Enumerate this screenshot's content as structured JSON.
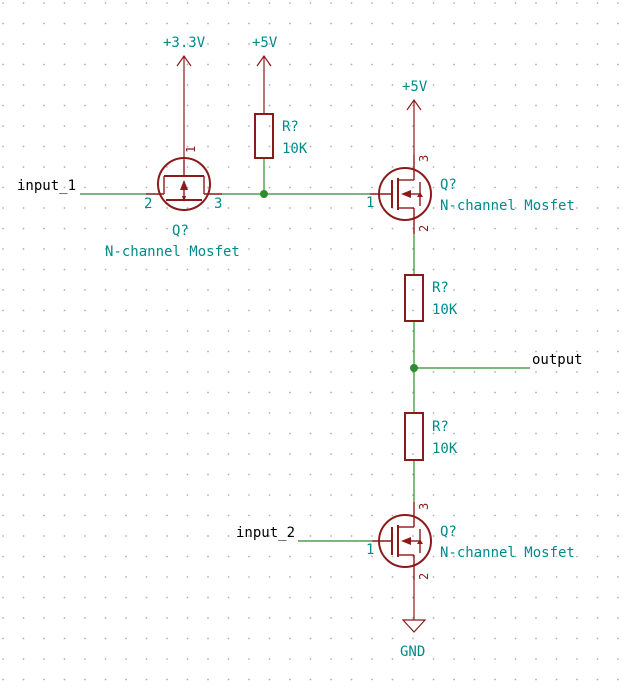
{
  "power_labels": {
    "v33": "+3.3V",
    "v5_top": "+5V",
    "v5_q2": "+5V",
    "gnd": "GND"
  },
  "nets": {
    "input_1": "input_1",
    "input_2": "input_2",
    "output": "output"
  },
  "components": {
    "q1": {
      "ref": "Q?",
      "value": "N-channel Mosfet",
      "pin_gate": "2",
      "pin_source": "3",
      "pin_drain": "1"
    },
    "q2": {
      "ref": "Q?",
      "value": "N-channel Mosfet",
      "pin_gate": "1",
      "pin_drain": "3",
      "pin_source": "2"
    },
    "q3": {
      "ref": "Q?",
      "value": "N-channel Mosfet",
      "pin_gate": "1",
      "pin_drain": "3",
      "pin_source": "2"
    },
    "r1": {
      "ref": "R?",
      "value": "10K"
    },
    "r2": {
      "ref": "R?",
      "value": "10K"
    },
    "r3": {
      "ref": "R?",
      "value": "10K"
    }
  }
}
